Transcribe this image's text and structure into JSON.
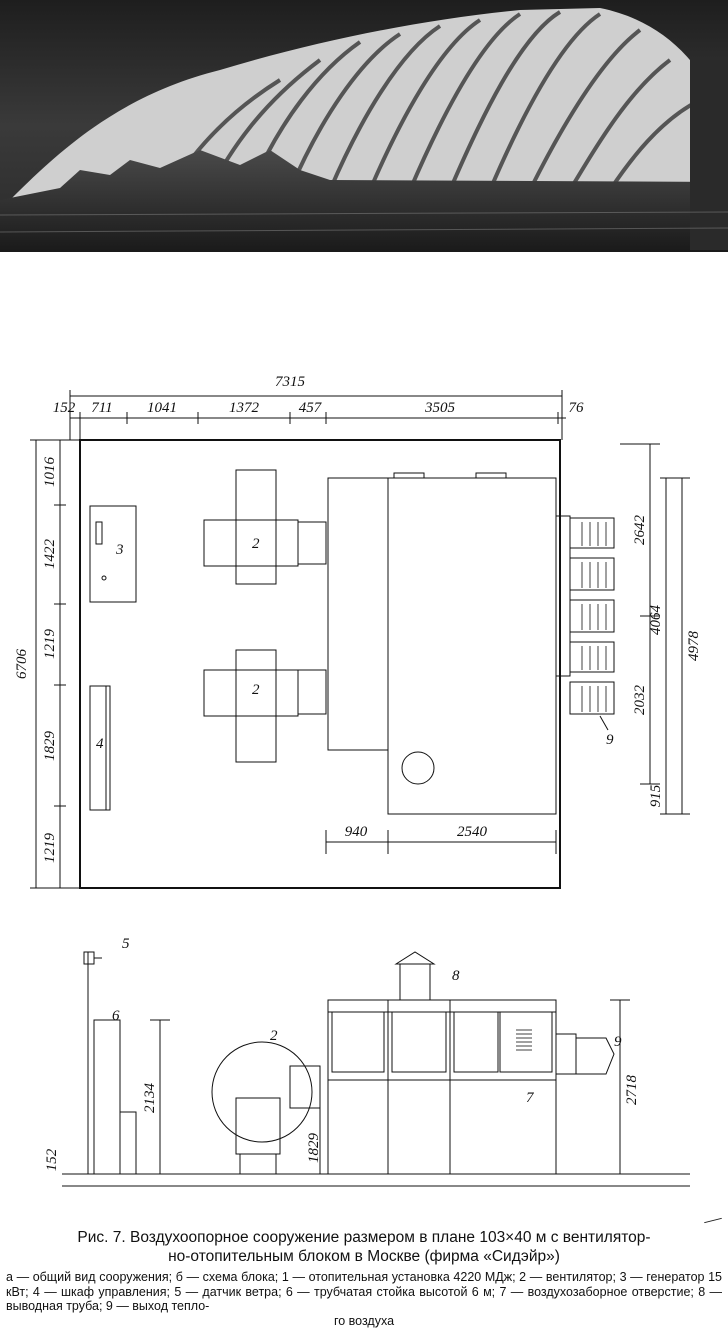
{
  "photo": {
    "alt": ""
  },
  "plan": {
    "overall_width": "7315",
    "widths": [
      "152",
      "711",
      "1041",
      "1372",
      "457",
      "3505",
      "76"
    ],
    "overall_height": "6706",
    "heights": [
      "1016",
      "1422",
      "1219",
      "1829",
      "1219"
    ],
    "right_dims": [
      "2642",
      "4064",
      "4978",
      "2032",
      "915"
    ],
    "bottom_dims": [
      "940",
      "2540"
    ],
    "labels": [
      "3",
      "2",
      "2",
      "4",
      "9"
    ]
  },
  "elevation": {
    "labels": [
      "5",
      "6",
      "2",
      "8",
      "9",
      "7"
    ],
    "dims": [
      "2134",
      "152",
      "1829",
      "2718"
    ]
  },
  "caption": {
    "line1": "Рис. 7. Воздухоопорное сооружение размером в плане 103×40 м с вентилятор-",
    "line2": "но-отопительным блоком в Москве (фирма «Сидэйр»)"
  },
  "legend": {
    "text": "а — общий вид сооружения; б — схема блока; 1 — отопительная установка 4220 МДж; 2 — вентилятор; 3 — генератор 15 кВт; 4 — шкаф управления; 5 — датчик ветра; 6 — трубчатая стойка высотой 6 м; 7 — воздухозаборное отверстие; 8 — выводная труба; 9 — выход тепло-",
    "last": "го воздуха"
  }
}
